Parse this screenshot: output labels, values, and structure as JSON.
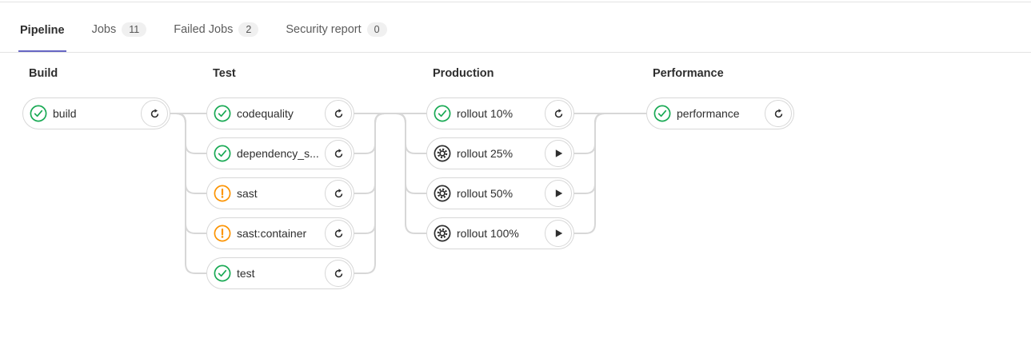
{
  "tabs": [
    {
      "label": "Pipeline",
      "badge": null,
      "active": true
    },
    {
      "label": "Jobs",
      "badge": "11",
      "active": false
    },
    {
      "label": "Failed Jobs",
      "badge": "2",
      "active": false
    },
    {
      "label": "Security report",
      "badge": "0",
      "active": false
    }
  ],
  "pipeline": {
    "stages": [
      {
        "name": "Build",
        "jobs": [
          {
            "label": "build",
            "status": "success",
            "action": "retry"
          }
        ]
      },
      {
        "name": "Test",
        "jobs": [
          {
            "label": "codequality",
            "status": "success",
            "action": "retry"
          },
          {
            "label": "dependency_s...",
            "status": "success",
            "action": "retry"
          },
          {
            "label": "sast",
            "status": "warning",
            "action": "retry"
          },
          {
            "label": "sast:container",
            "status": "warning",
            "action": "retry"
          },
          {
            "label": "test",
            "status": "success",
            "action": "retry"
          }
        ]
      },
      {
        "name": "Production",
        "jobs": [
          {
            "label": "rollout 10%",
            "status": "success",
            "action": "retry"
          },
          {
            "label": "rollout 25%",
            "status": "manual",
            "action": "play"
          },
          {
            "label": "rollout 50%",
            "status": "manual",
            "action": "play"
          },
          {
            "label": "rollout 100%",
            "status": "manual",
            "action": "play"
          }
        ]
      },
      {
        "name": "Performance",
        "jobs": [
          {
            "label": "performance",
            "status": "success",
            "action": "retry"
          }
        ]
      }
    ]
  },
  "colors": {
    "success": "#1aaa55",
    "warning": "#fc9403",
    "manual": "#2e2e2e",
    "tab_underline": "#6666c4",
    "connector": "#d7d7d7"
  }
}
